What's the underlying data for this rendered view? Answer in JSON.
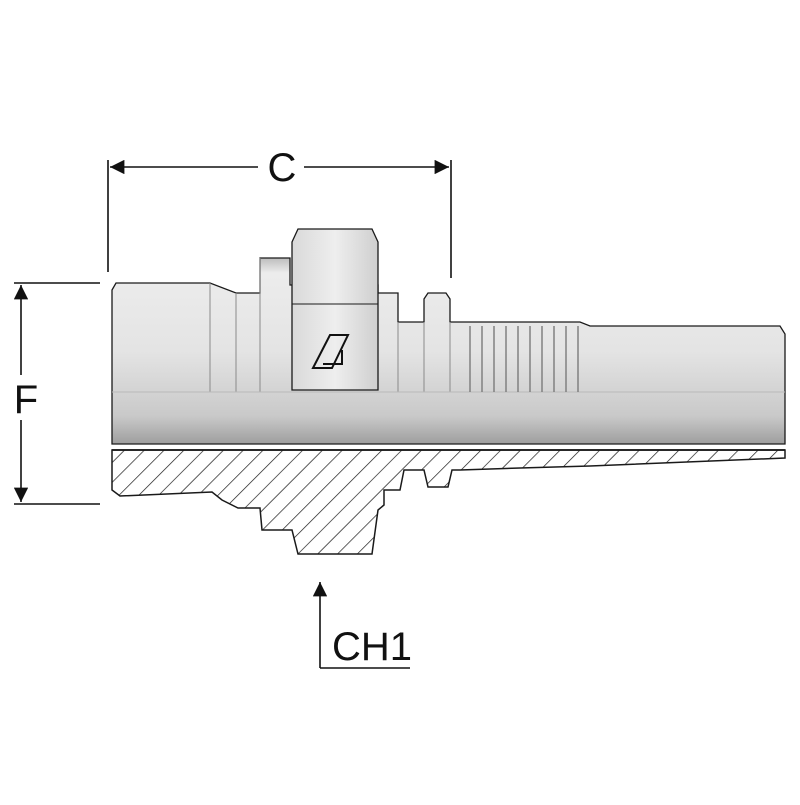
{
  "dimensions": {
    "c_label": "C",
    "f_label": "F",
    "ch1_label": "CH1"
  },
  "colors": {
    "body_light": "#e8e8e8",
    "body_mid": "#cfcfcf",
    "body_dark": "#a9a9a9",
    "outline": "#1a1a1a",
    "hatch": "#1a1a1a"
  },
  "logo_icon": "manufacturer-logo-icon"
}
